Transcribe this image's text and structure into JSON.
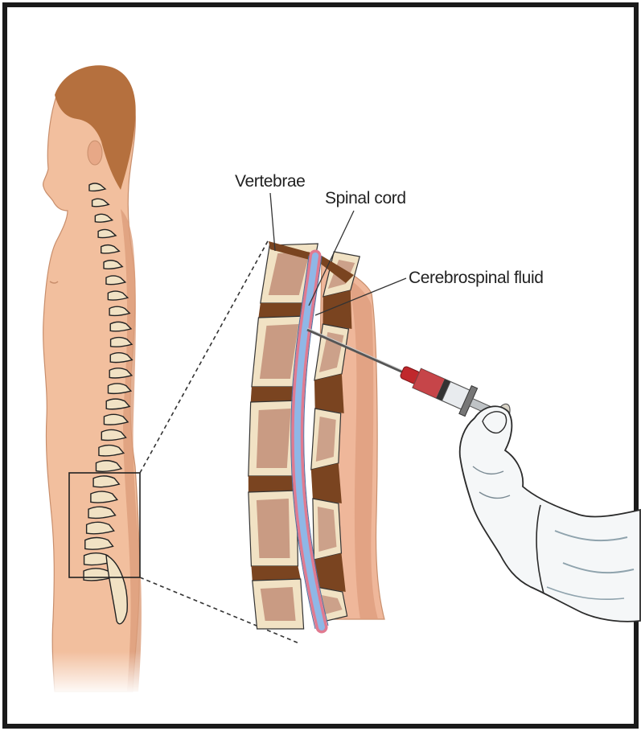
{
  "diagram": {
    "labels": {
      "vertebrae": "Vertebrae",
      "spinal_cord": "Spinal cord",
      "csf": "Cerebrospinal fluid"
    },
    "colors": {
      "frame": "#1a1a1a",
      "skin": "#f2bf9e",
      "skin_shadow": "#dc9d7a",
      "hair": "#b5703e",
      "vertebra_body": "#f1e2c4",
      "vertebra_dots": "#a8604f",
      "disc": "#7a4420",
      "spinal_cord": "#8fb7e6",
      "csf": "#e07a90",
      "needle_red": "#c0282c",
      "glove": "#f5f7f8"
    },
    "icons": {
      "figure": "human-side-profile",
      "spine": "spinal-column",
      "zoom": "magnified-lumbar-section",
      "syringe": "syringe-icon",
      "hand": "gloved-hand"
    }
  }
}
